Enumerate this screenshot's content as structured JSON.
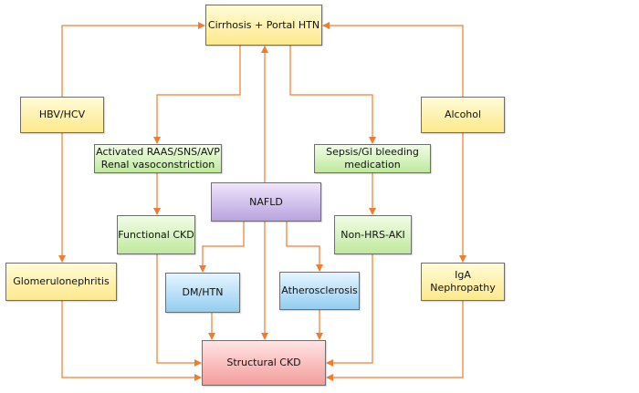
{
  "colors": {
    "arrow": "#ef7d2d"
  },
  "nodes": {
    "cirrhosis": "Cirrhosis + Portal HTN",
    "hbv": "HBV/HCV",
    "alcohol": "Alcohol",
    "raas": "Activated RAAS/SNS/AVP\nRenal vasoconstriction",
    "sepsis": "Sepsis/GI bleeding\nmedication",
    "nafld": "NAFLD",
    "functional_ckd": "Functional CKD",
    "non_hrs_aki": "Non-HRS-AKI",
    "glomerulonephritis": "Glomerulonephritis",
    "dm_htn": "DM/HTN",
    "atherosclerosis": "Atherosclerosis",
    "iga": "IgA\nNephropathy",
    "structural_ckd": "Structural CKD"
  }
}
